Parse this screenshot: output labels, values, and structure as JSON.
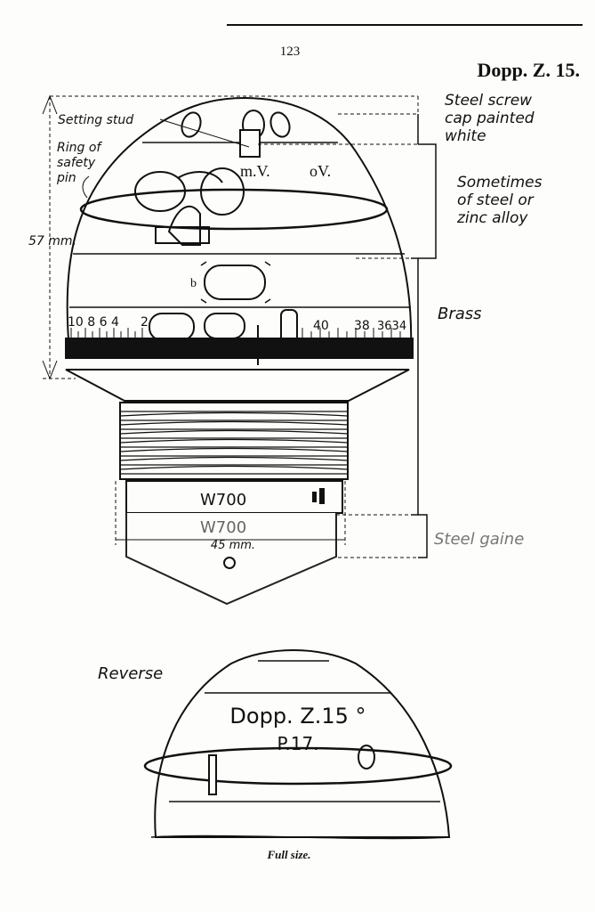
{
  "page_number": "123",
  "title": "Dopp. Z. 15.",
  "labels": {
    "setting_stud": "Setting stud",
    "ring_of_safety_pin": [
      "Ring of",
      "safety",
      "pin"
    ],
    "length_57": "57 mm.",
    "steel_screw_cap": [
      "Steel screw",
      "cap painted",
      "white"
    ],
    "sometimes": [
      "Sometimes",
      "of steel or",
      "zinc alloy"
    ],
    "brass": "Brass",
    "steel_gaine": "Steel gaine",
    "width_45": "45 mm.",
    "reverse": "Reverse",
    "full_size": "Full size."
  },
  "fuze_marks": {
    "mv": "m.V.",
    "ov": "oV.",
    "b": "b",
    "scale_left": "10 8 6 4",
    "scale_two": "2",
    "scale_right_40": "40",
    "scale_right_38": "38",
    "scale_right_36": "3634",
    "w700_upper": "W700",
    "w700_lower": "W700"
  },
  "reverse_marks": {
    "line1": "Dopp. Z.15 °",
    "line2": "P.17."
  }
}
